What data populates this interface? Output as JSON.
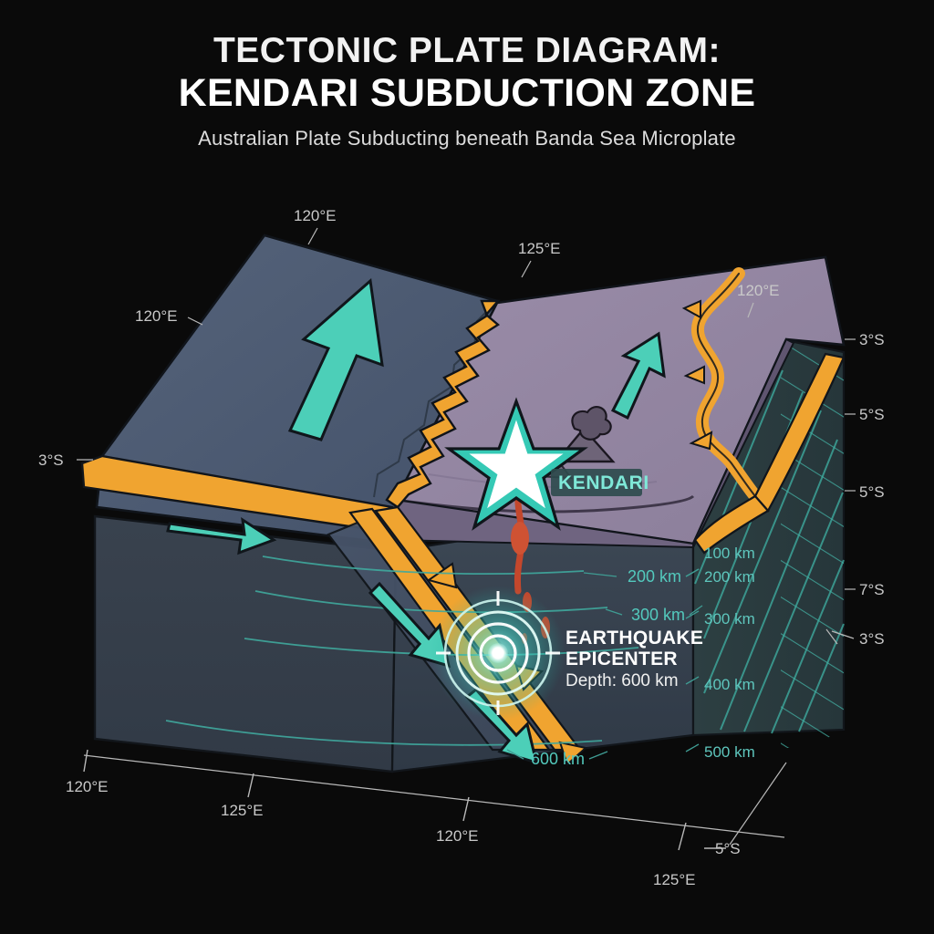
{
  "title": {
    "line1": "TECTONIC PLATE DIAGRAM:",
    "line2": "KENDARI SUBDUCTION ZONE",
    "subtitle": "Australian Plate Subducting beneath Banda Sea Microplate"
  },
  "colors": {
    "background": "#0a0a0a",
    "upper_plate": "#9184a0",
    "lower_plate": "#4e5d73",
    "fault_orange": "#f0a430",
    "arrow_teal": "#4ccfb8",
    "mantle_dark": "#353f4c",
    "section_panel": "#2b3c3f",
    "hatch_teal": "#3fa99d",
    "depth_text": "#53c9bd",
    "magma_red": "#c4472c",
    "label_grey": "#c9c9c9"
  },
  "labels": {
    "city": "KENDARI",
    "epicenter_line1": "EARTHQUAKE",
    "epicenter_line2": "EPICENTER",
    "epicenter_depth": "Depth: 600 km"
  },
  "coordinates": {
    "top_left_upper": "120°E",
    "top_left_lower": "120°E",
    "top_center": "125°E",
    "top_right": "120°E",
    "left_lat": "3°S",
    "right_lat_1": "3°S",
    "right_lat_2": "5°S",
    "right_lat_3": "5°S",
    "right_lat_4": "7°S",
    "right_lat_5": "3°S",
    "bottom_lon_1": "120°E",
    "bottom_lon_2": "125°E",
    "bottom_lon_3": "120°E",
    "bottom_lon_4": "125°E",
    "bottom_lat": "5°S"
  },
  "depth_scale_side": [
    {
      "label": "100 km"
    },
    {
      "label": "200 km"
    },
    {
      "label": "300 km"
    },
    {
      "label": "400 km"
    },
    {
      "label": "500 km"
    }
  ],
  "depth_contours_front": [
    {
      "label": "200 km"
    },
    {
      "label": "300 km"
    },
    {
      "label": "600 km"
    }
  ],
  "chart_data": {
    "type": "diagram",
    "title": "Tectonic Plate Diagram: Kendari Subduction Zone",
    "subtitle": "Australian Plate Subducting beneath Banda Sea Microplate",
    "depth_axis_km": [
      100,
      200,
      300,
      400,
      500,
      600
    ],
    "epicenter_depth_km": 600,
    "longitude_ticks": [
      "120°E",
      "125°E"
    ],
    "latitude_ticks": [
      "3°S",
      "5°S",
      "7°S"
    ]
  }
}
